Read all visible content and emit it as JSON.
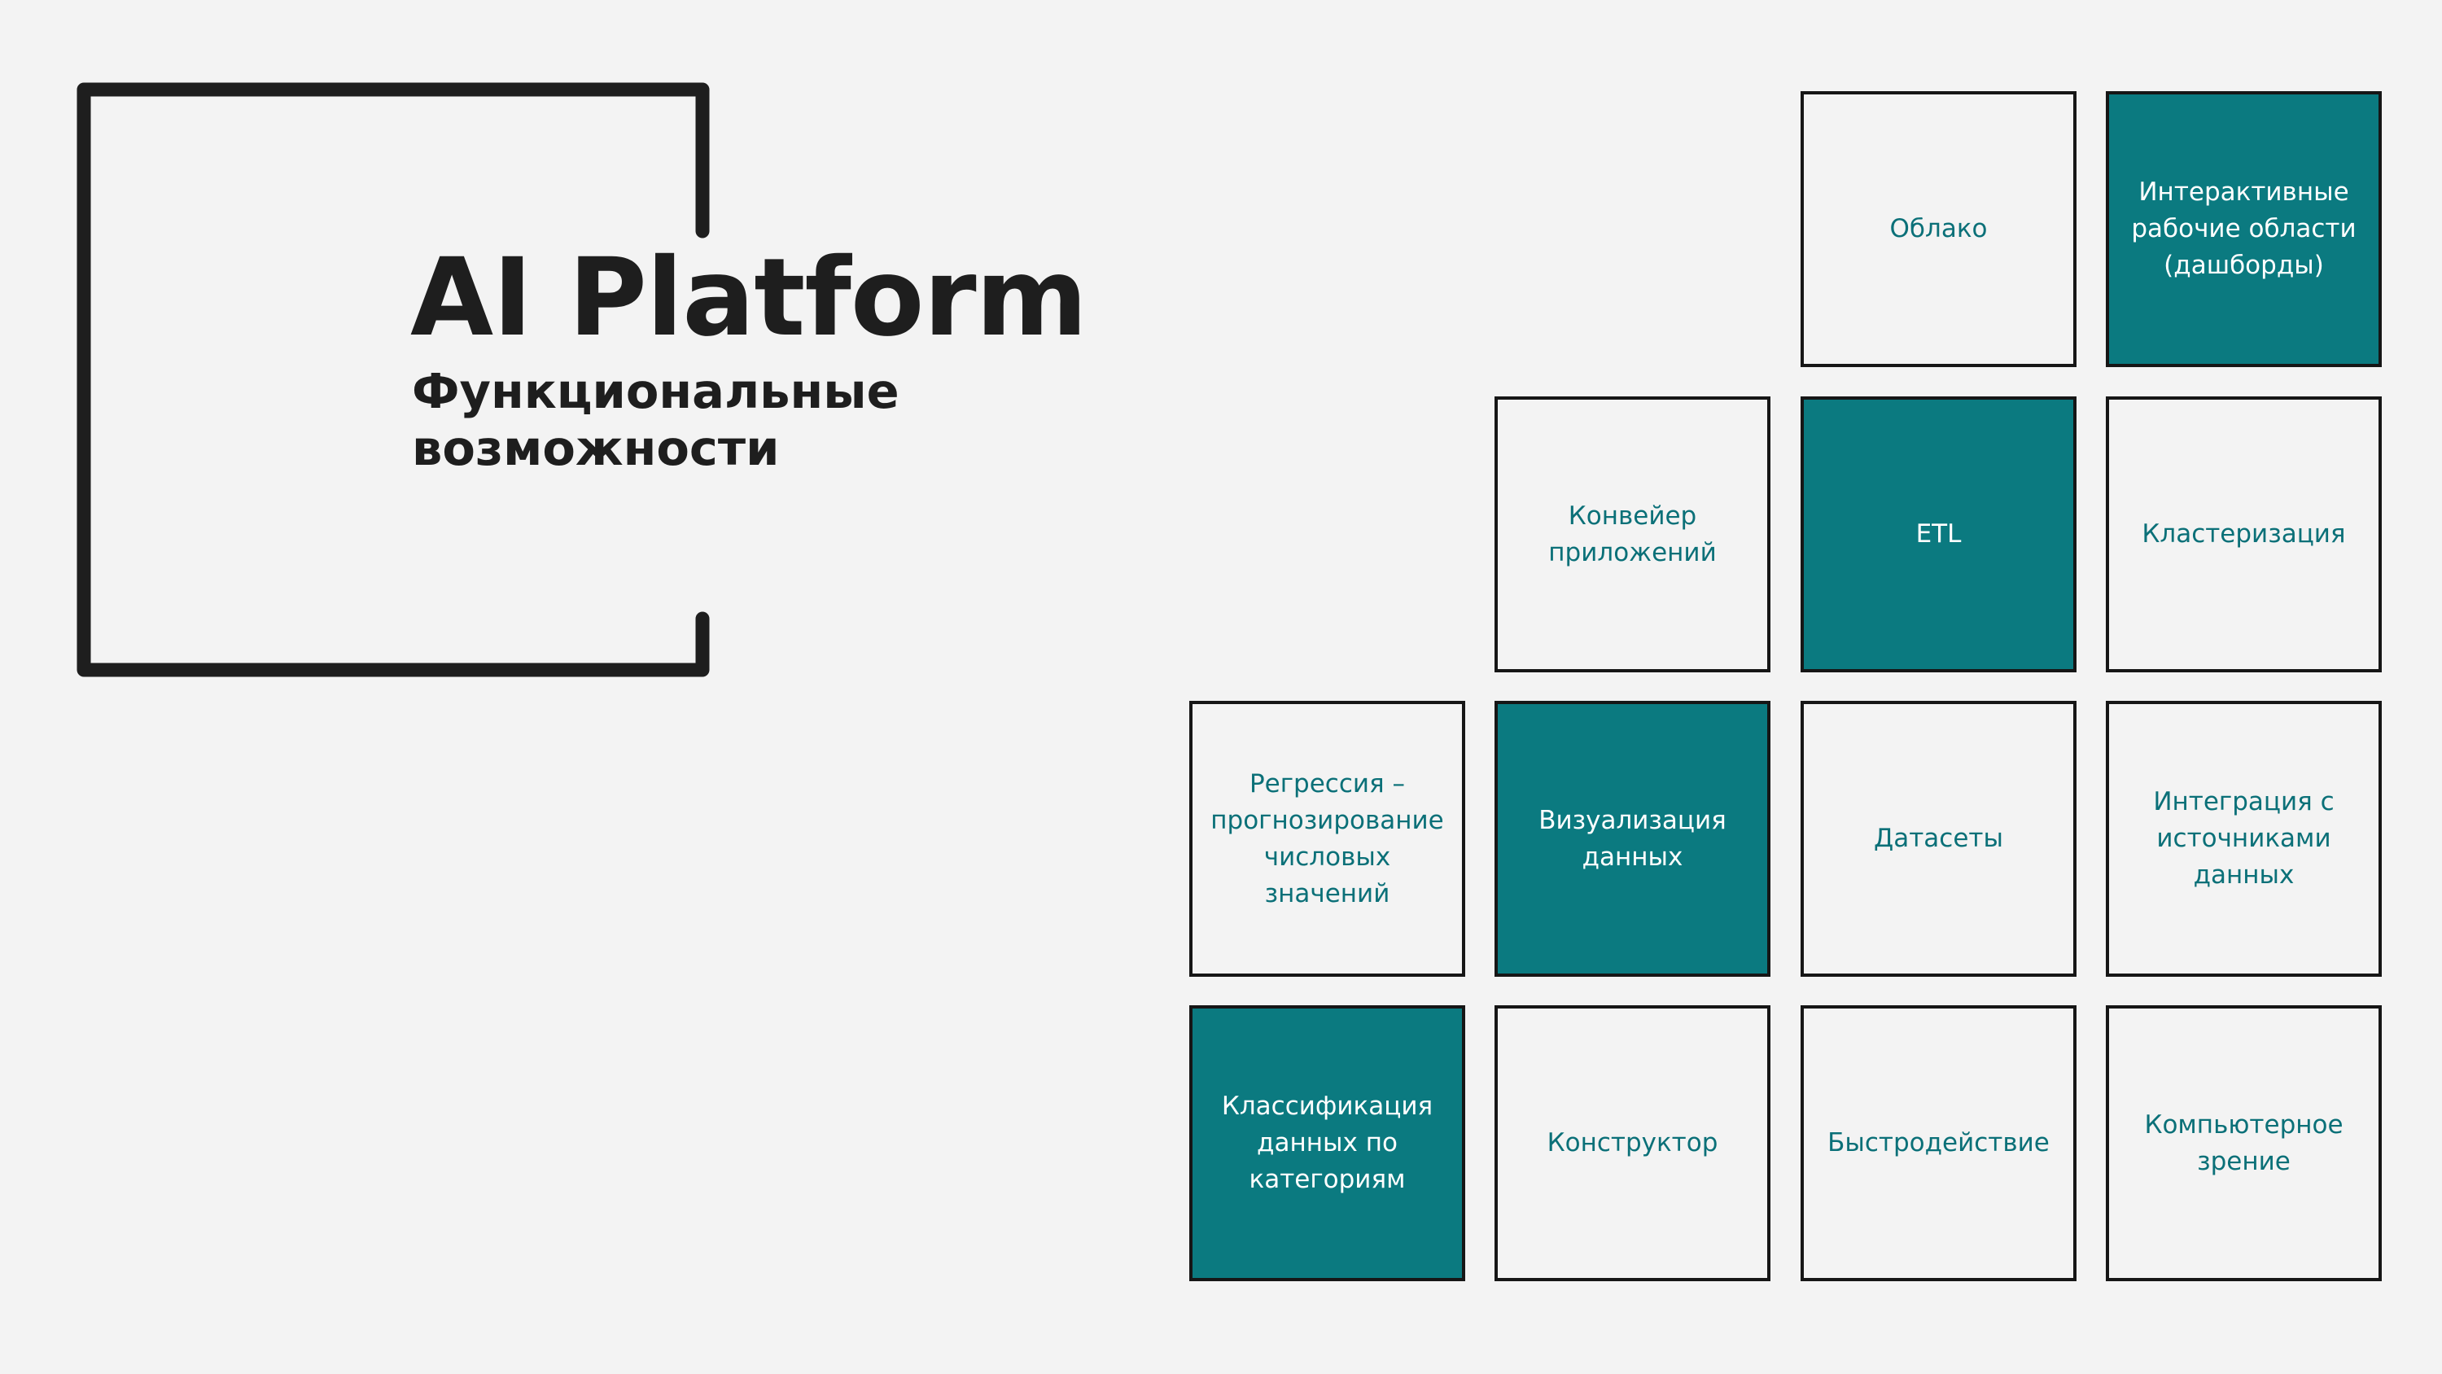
{
  "slide": {
    "title": "AI Platform",
    "subtitle": "Функциональные возможности"
  },
  "colors": {
    "background": "#f3f3f3",
    "frame": "#1e1e1e",
    "accent": "#0b7a80",
    "tile_text": "#0b7078"
  },
  "tiles": [
    {
      "label": "Облако",
      "style": "light"
    },
    {
      "label": "Интерактивные рабочие области (дашборды)",
      "style": "accent"
    },
    {
      "label": "Конвейер приложений",
      "style": "light"
    },
    {
      "label": "ETL",
      "style": "accent"
    },
    {
      "label": "Кластеризация",
      "style": "light"
    },
    {
      "label": "Регрессия – прогнозирование числовых значений",
      "style": "light"
    },
    {
      "label": "Визуализация данных",
      "style": "accent"
    },
    {
      "label": "Датасеты",
      "style": "light"
    },
    {
      "label": "Интеграция с источниками данных",
      "style": "light"
    },
    {
      "label": "Классификация данных по категориям",
      "style": "accent"
    },
    {
      "label": "Конструктор",
      "style": "light"
    },
    {
      "label": "Быстродействие",
      "style": "light"
    },
    {
      "label": "Компьютерное зрение",
      "style": "light"
    }
  ]
}
